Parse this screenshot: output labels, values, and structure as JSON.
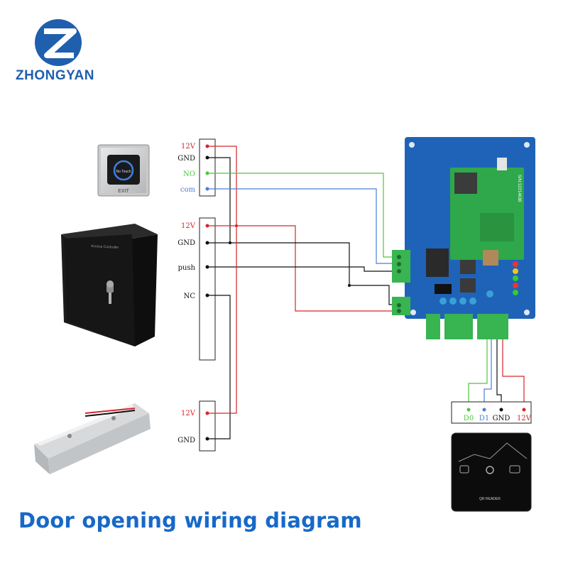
{
  "brand": {
    "name": "ZHONGYAN"
  },
  "caption": "Door opening wiring diagram",
  "devices": {
    "exit_button": {
      "top_text": "No Touch",
      "bottom_text": "EXIT"
    },
    "power_supply": {
      "label": "Access Controller"
    },
    "reader": {
      "label": "QR READER"
    },
    "board": {
      "serial": "S/N:12214638"
    }
  },
  "terminals": {
    "exit": [
      "12V",
      "GND",
      "NO",
      "com"
    ],
    "power": [
      "12V",
      "GND",
      "push",
      "NC"
    ],
    "lock": [
      "12V",
      "GND"
    ],
    "reader": [
      "D0",
      "D1",
      "GND",
      "12V"
    ]
  },
  "colors": {
    "red": "#d6262b",
    "green": "#4cc83c",
    "blue": "#4a7fd6",
    "black": "#111111",
    "brand_blue": "#1f5fae",
    "caption_blue": "#1769c8",
    "pcb_blue": "#1e63b8",
    "pcb_green": "#2ea84a"
  }
}
